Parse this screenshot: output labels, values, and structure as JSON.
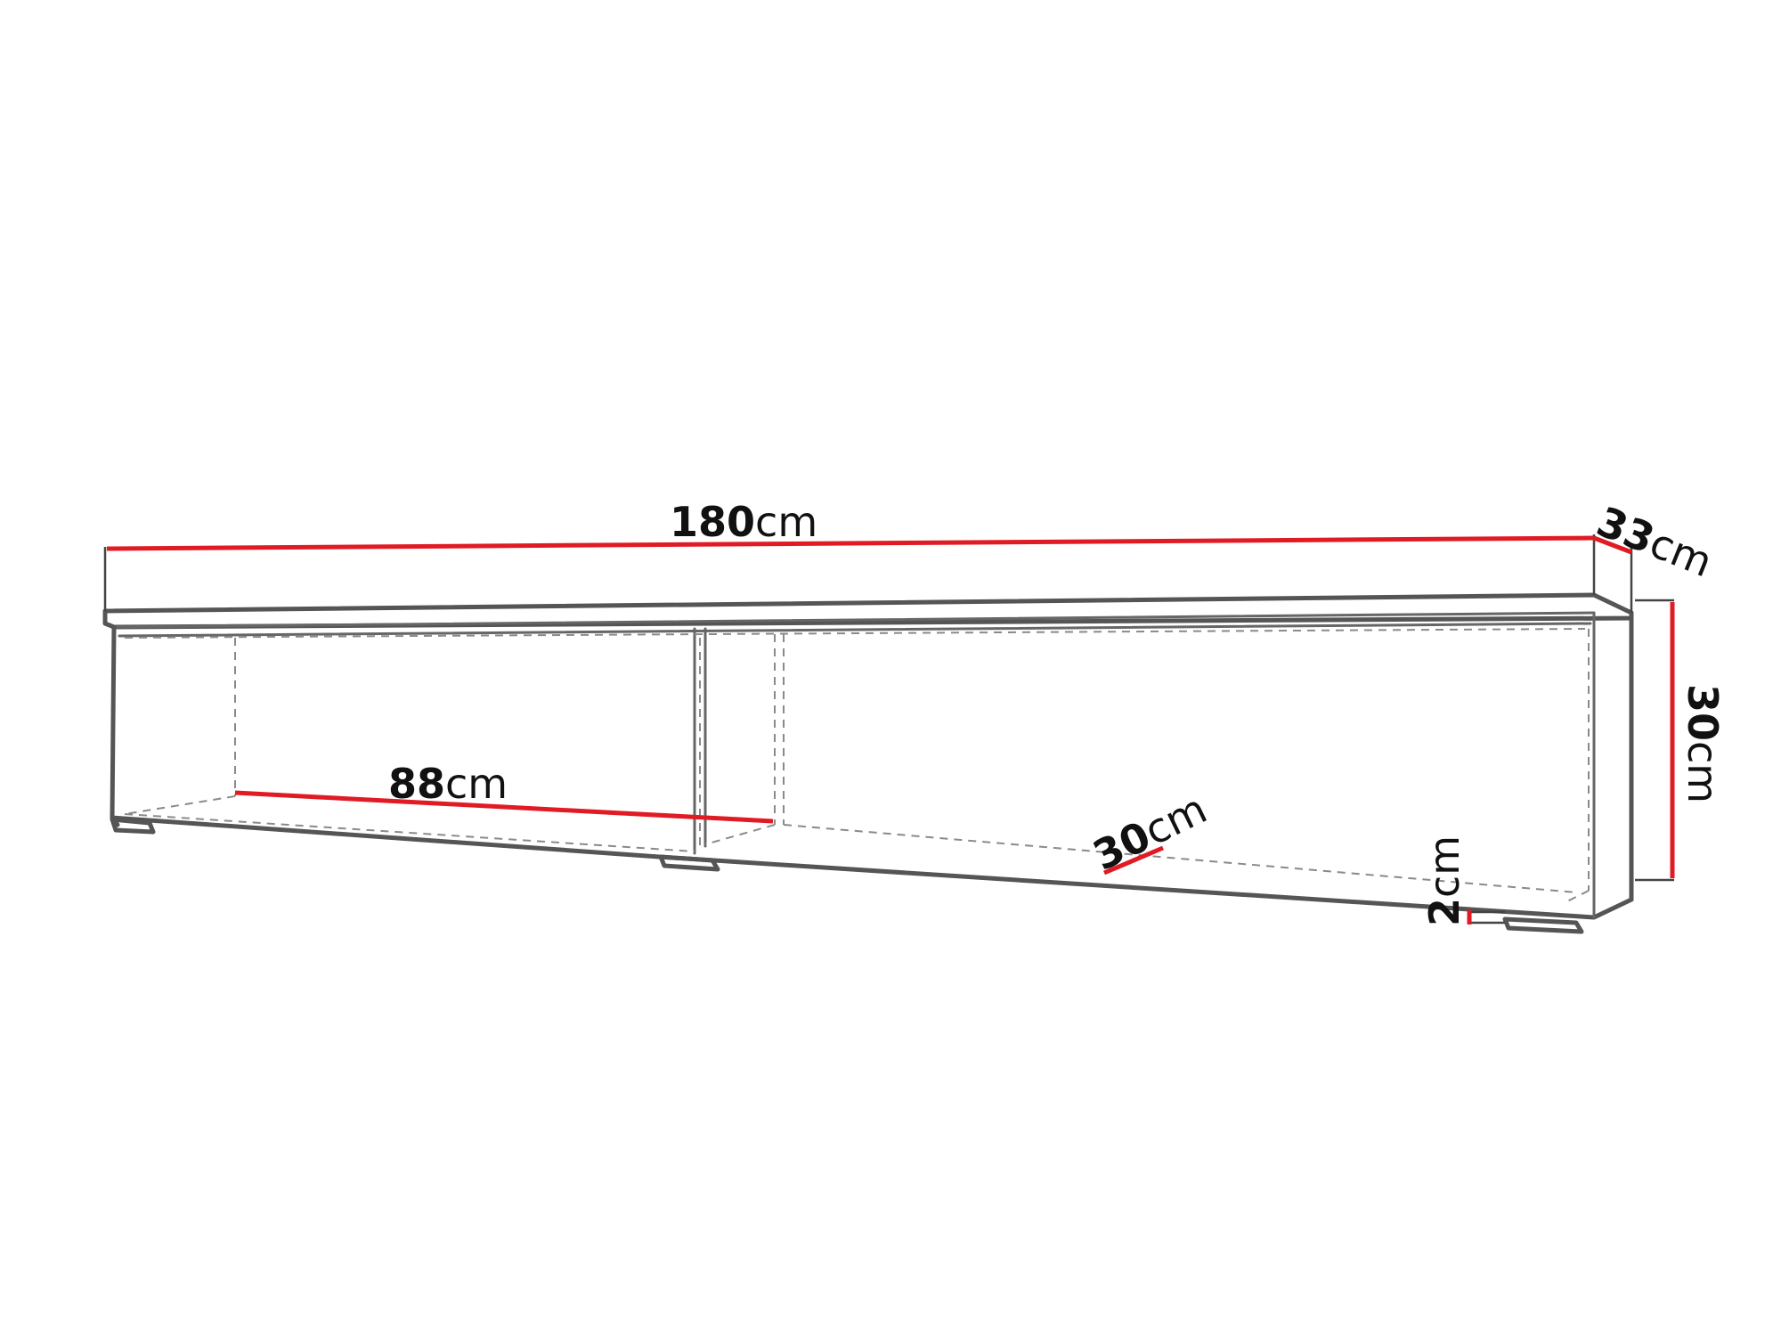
{
  "dimensions": {
    "width": {
      "value": "180",
      "unit": "cm"
    },
    "depth": {
      "value": "33",
      "unit": "cm"
    },
    "height": {
      "value": "30",
      "unit": "cm"
    },
    "shelf_width": {
      "value": "88",
      "unit": "cm"
    },
    "shelf_depth": {
      "value": "30",
      "unit": "cm"
    },
    "foot_height": {
      "value": "2",
      "unit": "cm"
    }
  },
  "colors": {
    "dimension_line": "#e01b24",
    "outline": "#555555",
    "hidden_line": "#8a8a8a",
    "text": "#111111"
  }
}
